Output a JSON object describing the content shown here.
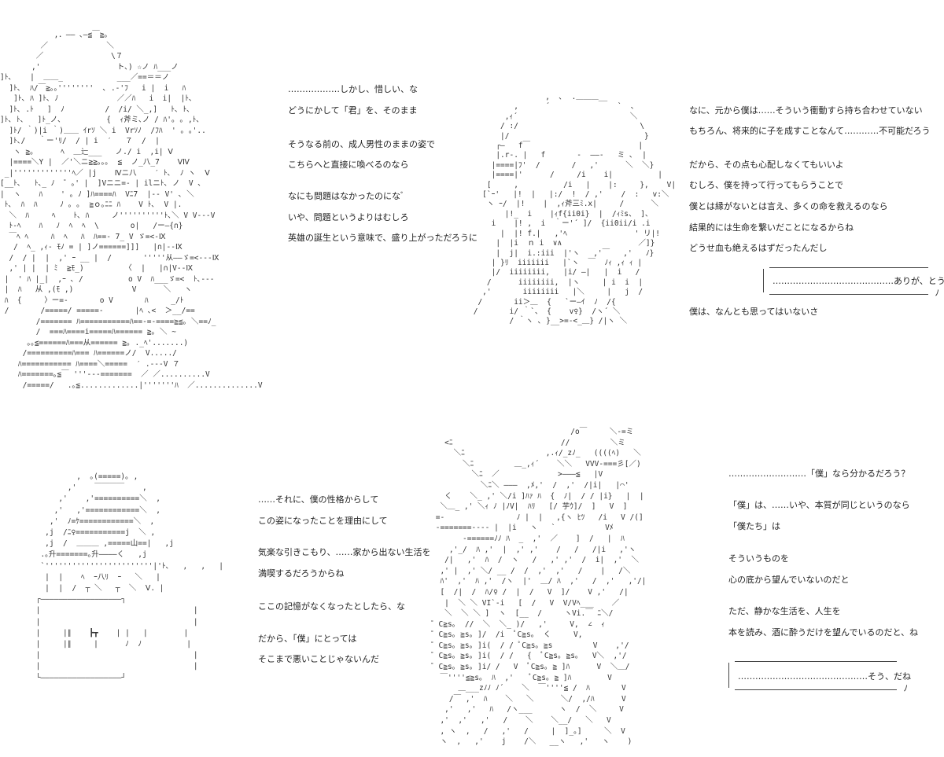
{
  "panel1": {
    "art": [
      "            ,．―― ､―≦￣≧｡",
      "         ／             ＼",
      "        ／               \\７",
      "       ,'                 ト､) ☆ノ ﾊ___ノ",
      "]ﾄ､    |  ＿＿_            ___／==＝＝ノ",
      "  ]ﾄ､  ﾊ/￣≧｡｡''''''''  ､ .-'ﾌ   i |  i   ﾊ",
      "   ]ﾄ､ ﾊ ]ﾄ､ ﾉ             ／／ﾊ   i  i|  |ﾄ､",
      "  ]ﾄ､ .ﾄ   ]  ﾉ         /  /i/ ＼_,]   ﾄ､ ﾄ､",
      "]ﾄ､ ﾄ､   ]ﾄ_ノ､          {  ｨ斧ミ､ノ / ﾊ'｡ ｡ ,ﾄ､",
      "  ]ﾄ/ ｀)|i ｀)＿＿ ｲrｿ ＼ i  Vrｿﾉ  /ﾌﾊ  ' ｡ ｡'..",
      "  ]ﾄ､/   ｀ー'ﾘ/  / | i  ′   ７  /  |",
      "   ヽ ≧｡      ﾍ  ＿辷___   ノ./ i  ,i| Ⅴ",
      "  |====＼Y |  ／'＼ニ≧≧｡｡｡  ≦  ノ_八_7    ⅤⅣ",
      " _|'''''''''''''ﾍ／ |j    Ⅳニ八    ′ ﾄ､  ﾉ ヽ  Ⅴ",
      "[__ﾄ､   ﾄ､_ ﾉ  ゜｡' |  ]Vニニ=- | ilニﾄ､ ノ  V ､",
      "|  ヽ    ﾊ    ' ｡ ﾉ ]ﾊ====ﾊ  Vﾆ7  |-- V' ､ ＼",
      " ﾄ､  ﾊ  ﾊ     ﾉ ｡ ｡  ≧ｏ｡ﾆﾆ ﾊ    V ﾄ､  V |.",
      "  ＼  ﾊ     ﾍ    ﾄ､ ﾊ     ノ''''''''''ﾄ､＼ V V---V",
      "  ﾄ-ﾍ    ﾊ   ﾉ  ﾍ  ﾍ  \\       o|   /ー―{∩}",
      "  ￣ﾍ ﾍ     ﾊ  ﾍ   ﾊ  ﾊ==- 7_ V ゞ=<-Ⅸ",
      "   /  ﾍ_ ,ｨ- ﾓﾉ = | ]ノ======]]]   |∩|--Ⅸ",
      "  /  / |  |  ,' ｰ __ |  /       '''''从――ゞ=<---Ⅸ",
      "  ,' | |  | ﾐ  ≧ﾓ_)         〈  |   |∩|V--Ⅸ",
      " |  ' ﾊ |_|  ,ｰ ､ /          o V  ﾊ___ゞ=<  ﾄ､---",
      " |  ﾊ   从 ,(ﾓ ,)             V      ＼   ヽ",
      " ﾊ  {     〉ー=-       o V       ﾊ     _/ﾄ",
      " /       /=====/ =====-       |ﾍ ､<  ＞__/==",
      "        /======= ﾊ===========ﾊ==-=-====≧≦｡ ＼==ﾉ_",
      "        /  ===ﾊ====i=====ﾊ====== ≧｡ ＼ ~",
      "      ｡｡≦======ﾊ===从====== ≧｡ ._ﾍ'.......)",
      "     /==========ﾊ=== ﾊ======ノ/  V...../",
      "    ﾊ=========== ﾊ====＼=====  ′ .---V ７",
      "    ﾊ=======｡≦￣ '''---=======  ／ ／..........V",
      "     /=====/   .｡≦.............|'''''''ﾊ  ／..............V"
    ],
    "dialogue": [
      "………………しかし、惜しい、な",
      "どうにかして「君」を、そのまま",
      "そうなる前の、成人男性のままの姿で",
      "こちらへと直接に喚べるのなら",
      "なにも問題はなかったのになﾞ",
      "いや、問題というよりはむしろ",
      "英雄の誕生という意味で、盛り上がっただろうに"
    ]
  },
  "panel2": {
    "art": [
      "                 ,  ､  .＿＿＿__",
      "          ,      ´               `  ､",
      "        ,ｨ´                         ＼",
      "       / :/                           \\",
      "       |/                              }",
      "      ┌―   f￣                        |",
      "      |.r-. |   f       -  ――-   ミ ､  |",
      "     |====|ﾌ'  /       /   ,'      ＼  ＼}",
      "     |====|'      /     /i    i|          |",
      "    [     ,          /i   |    |:     },    V|",
      "   [`ｰ'   |!  |   |:/  !  / ,'    /  :   v:＼",
      "    ヽ ｰ/  |!    |  ,ｨ斧三ﾐ.x|     /      ＼",
      "        |!_  i    |ｨf{ii0i}  |  /ｨﾐs、 ]、",
      "     i    |! ,  i  ｀ー'´ ]/  {ii0ii/i .i",
      "       |  |! f.|   ,'ﾍ               ' リ|!",
      "      |  |i  ｎ i  ∨∧                 ／]}",
      "      |  j|  i.:iii  |'ヽ   ,'￣   ,'   ﾉ}",
      "     | }ﾘ  iiiiiii   |`ヽ  ￣  ﾉｨ ,ｨ ｨ |",
      "     |/  iiiiiiii,   |i/ ―|   |  i   /",
      "    /      iiiiiiii,  |ヽ     | i  i  |",
      "   ,'       iiiiiiii   |＼     |   j  /",
      "  /       ii＞＿  {   `ー―ｲ  ﾉ  /{",
      " /       i/ ｀`、 {    v♀}  /ヽ´ ＼",
      "         / ｀ヽ ､ }__>=-<_＿} /|ヽ ＼"
    ],
    "dialogue": [
      "なに、元から僕は……そういう衝動すら持ち合わせていない",
      "もちろん、将来的に子を成すことなんて…………不可能だろう",
      "だから、その点も心配しなくてもいいよ",
      "むしろ、僕を持って行ってもらうことで",
      "僕とは縁がないとは言え、多くの命を救えるのなら",
      "結果的には生命を繋いだことになるからね",
      "どうせ血も絶えるはずだったんだし"
    ],
    "bubble": "……………………………………ありが、とう",
    "after": "僕は、なんとも思ってはいないさ"
  },
  "panel3": {
    "art": [
      "          ,  ｡(=====)｡ ,",
      "        ,'    ￣￣￣￣    ,",
      "      ,'    ,'==========＼  ,",
      "     ,'   ,'============＼  ,",
      "    ,'  ﾉ=ｹ============＼  ,",
      "   ,j  /ﾆ♀===========j  ＼ ,",
      "   ,j  /  ＿＿＿ ,=====山==|   ,j",
      "  .｡升=======｡升――――く   ,j",
      "  `''''''''''''''''''''''''|'ﾄ､   ,   ,   |",
      "   |  |    ﾍ  ｰ八ﾘ  ｰ   ＼   |",
      "   |  |  /  ┬ ＼   ┬  ＼  Ⅴ. |",
      " ┌――――――――――――――――――┐",
      " |                                  |",
      " |                                  |",
      " |     |∥    ┣┳    | |   |        |",
      " |     |∥     |      ﾉ  ﾉ          |",
      " |                                  |",
      " |                                  |",
      " └――――――――――――――――――┘"
    ],
    "dialogue": [
      "……それに、僕の性格からして",
      "この姿になったことを理由にして",
      "気楽な引きこもり、……家から出ない生活を",
      "満喫するだろうからね",
      "ここの記憶がなくなったとしたら、な",
      "だから、「僕」にとっては",
      "そこまで悪いことじゃないんだ"
    ]
  },
  "panel4": {
    "art": [
      "                               /o￣     ＼-=ミ",
      "   <ﾆ                        //         ＼ミ",
      "     ＼ﾆ                  ,.ｨ/_zﾉ_   ((((ﾍ)   ＼",
      "       ＼ﾆ         ＿_,ｨ´    ＼＼   VVV-===彡[／)",
      "         ＼ﾆ  ／             >―――≦   |V",
      "           ＼ﾆ＼ ―――  ,ﾒ,'  /  ,'  /|i|   |⌒'",
      "   く    ＼_ ,' ＼/i ]ﾊｧ ﾊ  {  ﾉ|  / / |i}   |  |",
      "  ＼＿_ ,' ＼ｨ ﾉ |ﾉV|  ﾊﾘ   [/ 芋ｳ]/  ]   V  ]",
      " =-                ﾉ |  |   ,{ヽ ﾋﾂ   /i   V /(]",
      " -=======---- |  |i   ヽ   `           Vﾒ",
      "       -======ﾉﾉ ﾊ  _  ,'  ／    ]  /   |  ﾊ",
      "    ,'_/  ﾊ ,'  |  ,' ,'    /   /   /|i   ,'ヽ",
      "   /|   ,'  ﾊ  /  ヽ   /   ,' ,'  /  i|  ,'  ＼",
      "  ,' |  ,' ＼/ __ /  /  ,'  ,'   /    |   /＼",
      "  ﾊ'  ,'  ﾊ ,'  /ヽ  |'  ＿/ ﾊ  ,'   /  ,'   ,'/|",
      "  [  /|  /  ﾊ/♀ /  |  /   V  ]/    V ,'   /|",
      "   |  ＼ ＼ VI`-i   [  /   V  V/Vﾍ___    ／",
      "   ＼  ＼ ＼ ]  ヽ  [__  /     ヽVi.￣ ﾆ＼/",
      "゜C≧s｡  //  ＼  ＼_ )/   ,'     V,  ∠  ｨ",
      "゜C≧s｡ ≧s｡ ]/  /i  ﾟC≧s｡  く     V,",
      "゜C≧s｡ ≧s｡ ]i(  / / ﾟC≧s｡ ≧s         V    ,'/",
      "゜C≧s｡ ≧s｡ ]i(  / /   {  ﾟC≧s｡ ≧s｡   V＼  ,'/",
      "゜C≧s｡ ≧s｡ ]i/ /   V  ﾟC≧s｡ ≧ ]ﾊ      V  ＼＿/",
      "  ￣''''≦≧s｡  ﾊ  ,'    ﾟC≧s｡ ≧ ]ﾊ        V",
      "      ＿___zﾉﾉ ﾉ´    ＼  ￣''''≦ /  ﾊ       V",
      "    /￣ ,'  ﾊ    ＼   ＼      ＼/  ,/ﾊ      V",
      "   ,'   ,'   ﾊ   /ヽ___      ヽ  /  ＼     V",
      "  ,'  ,'   ,'   /    ＼    ＼__/   ＼   V",
      "  , ヽ  ,   /   ,'   /     |  ]_｡]     ＼  V",
      "  ヽ  ,   ,'    j    /＼   __ヽ   ,'   ヽ    )"
    ],
    "dialogue": [
      "………………………「僕」なら分かるだろう？",
      "「僕」は、……いや、本質が同じというのなら",
      "「僕たち」は",
      "そういうものを",
      "心の底から望んでいないのだと",
      "ただ、静かな生活を、人生を",
      "本を読み、酒に酔うだけを望んでいるのだと、ね"
    ],
    "bubble": "………………………………………そう、だね"
  }
}
